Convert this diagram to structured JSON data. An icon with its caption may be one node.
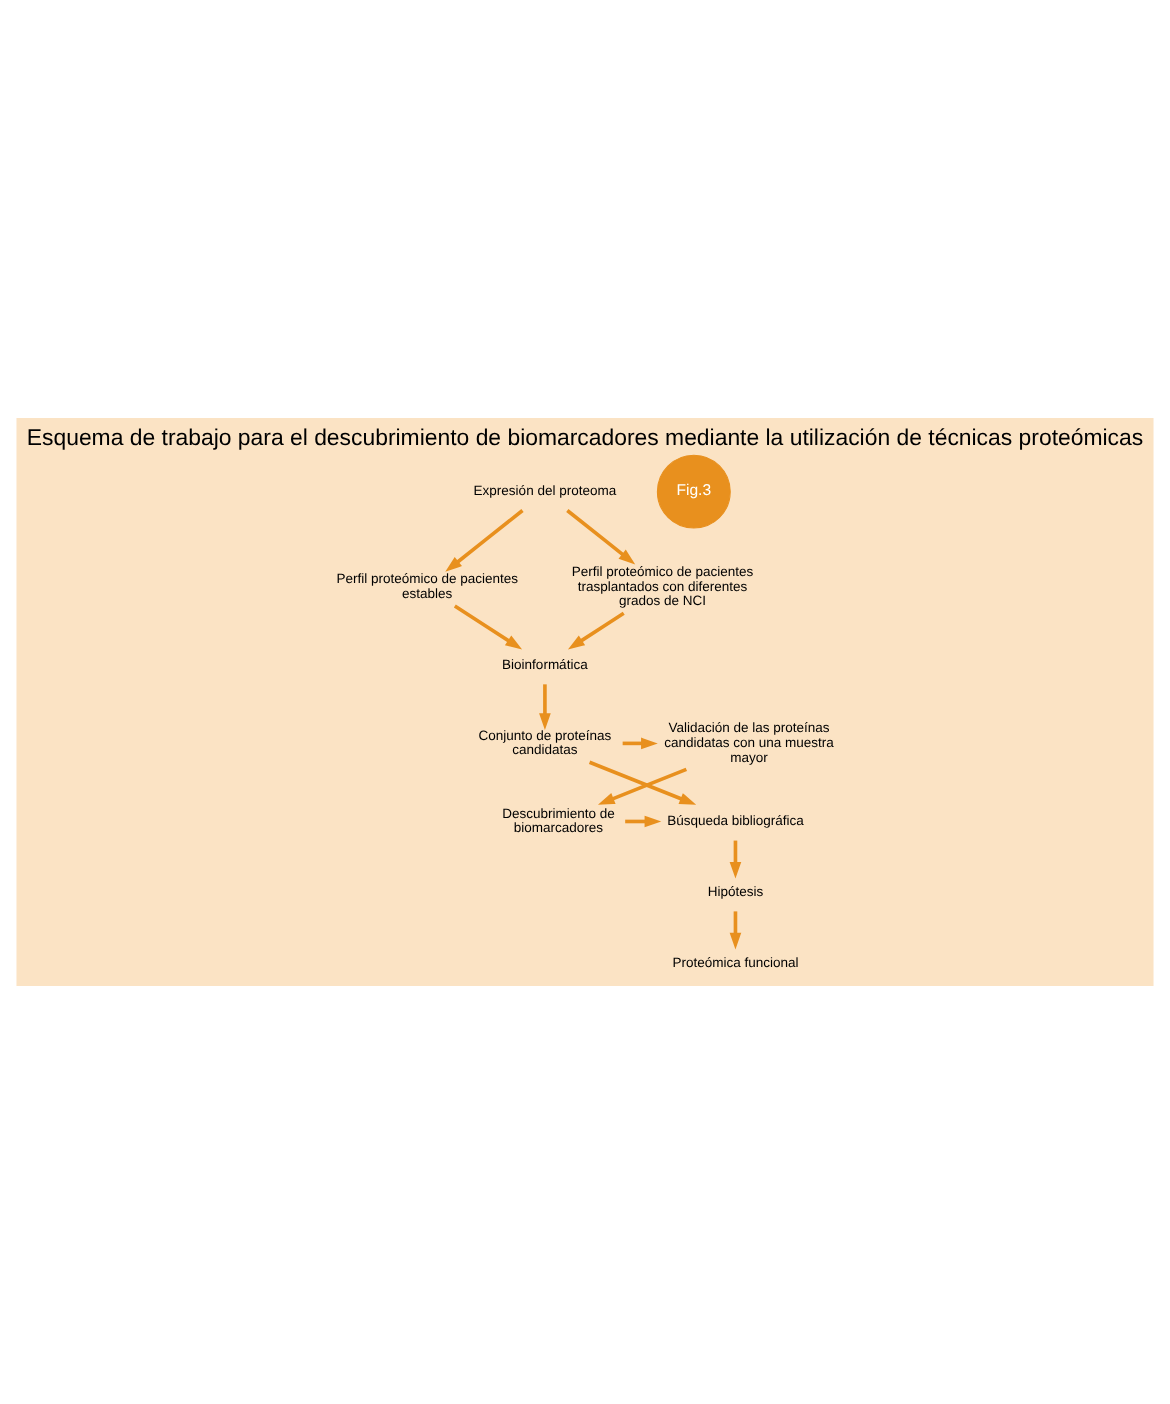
{
  "diagram": {
    "title": "Esquema de trabajo para el descubrimiento de biomarcadores mediante la utilización de técnicas proteómicas",
    "nodes": [
      {
        "text": [
          "Expresión del proteoma"
        ]
      },
      {
        "text": [
          "Perfil proteómico de pacientes estables"
        ]
      },
      {
        "text": [
          "Perfil proteómico de pacientes trasplantados con diferentes grados de NCI"
        ]
      },
      {
        "text": [
          "Bioinformática"
        ]
      },
      {
        "text": [
          "Conjunto de proteínas candidatas"
        ]
      },
      {
        "text": [
          "Validación de las proteínas candidatas con una muestra mayor"
        ]
      },
      {
        "text": [
          "Descubrimiento de biomarcadores"
        ]
      },
      {
        "text": [
          "Búsqueda bibliográfica"
        ]
      },
      {
        "text": [
          "Hipótesis"
        ]
      },
      {
        "text": [
          "Proteómica funcional"
        ]
      }
    ],
    "edges": [
      {
        "from": 0,
        "to": 1,
        "arrow": "to"
      },
      {
        "from": 0,
        "to": 2,
        "arrow": "to"
      },
      {
        "from": 1,
        "to": 3,
        "arrow": "to"
      },
      {
        "from": 2,
        "to": 3,
        "arrow": "to"
      },
      {
        "from": 3,
        "to": 4,
        "arrow": "to"
      },
      {
        "from": 4,
        "to": 5,
        "arrow": "to"
      },
      {
        "from": 5,
        "to": 6,
        "arrow": "to"
      },
      {
        "from": 6,
        "to": 7,
        "arrow": "to"
      },
      {
        "from": 4,
        "to": 7,
        "arrow": "to"
      },
      {
        "from": 7,
        "to": 8,
        "arrow": "to"
      },
      {
        "from": 8,
        "to": 9,
        "arrow": "to"
      }
    ],
    "labels": [
      "Fig.3"
    ]
  }
}
